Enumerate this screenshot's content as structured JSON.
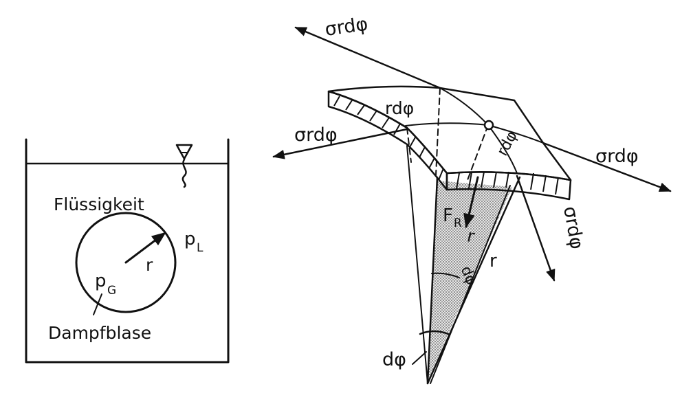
{
  "left_figure": {
    "liquid_label": "Flüssigkeit",
    "liquid_pressure": "p",
    "liquid_pressure_sub": "L",
    "gas_pressure": "p",
    "gas_pressure_sub": "G",
    "radius_label": "r",
    "bubble_label": "Dampfblase"
  },
  "right_figure": {
    "force_top": "σrdφ",
    "force_left": "σrdφ",
    "force_right": "σrdφ",
    "force_bottom": "σrdφ",
    "arc_label_1": "rdφ",
    "arc_label_2": "rdφ",
    "resultant_label": "F",
    "resultant_sub": "R",
    "radius_inner": "r",
    "radius_outer": "r",
    "angle_label_inner": "dφ",
    "angle_label_outer": "dφ"
  }
}
